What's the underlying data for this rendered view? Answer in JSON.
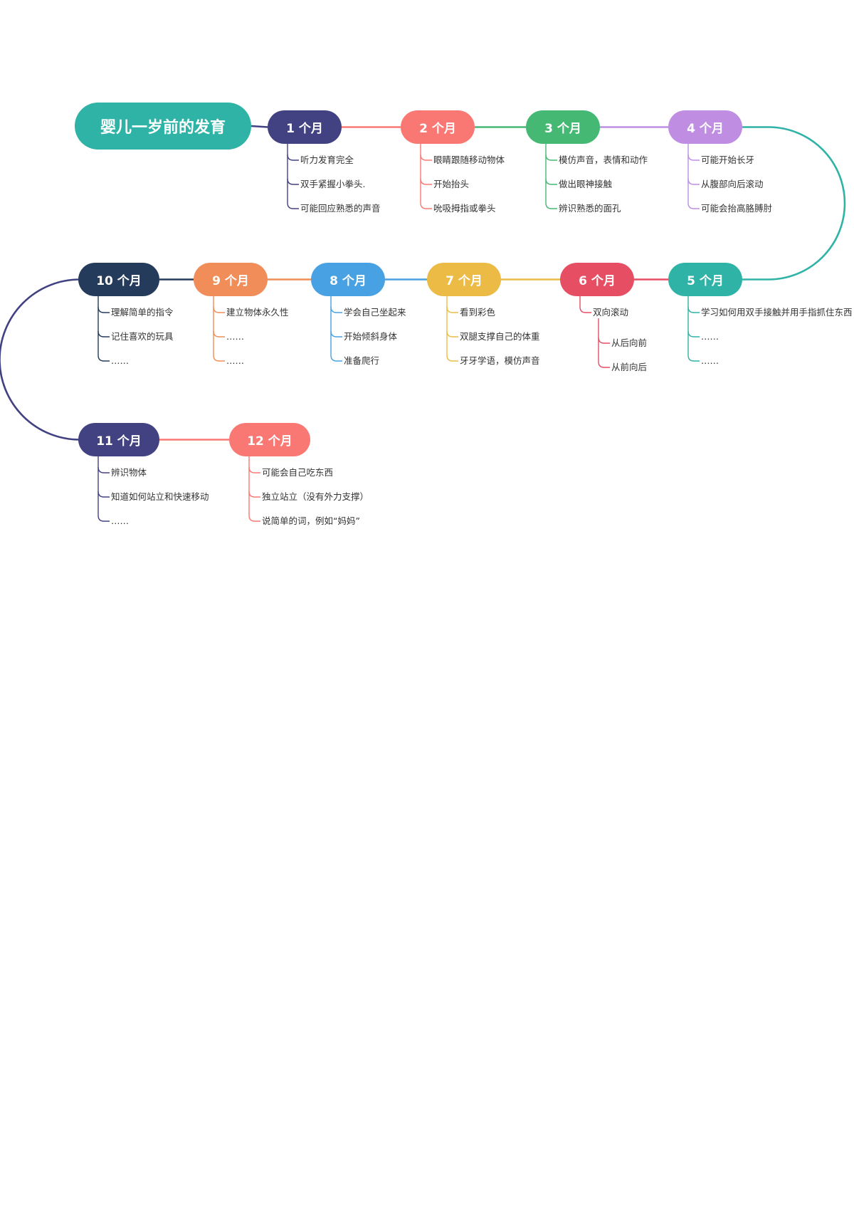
{
  "title": "婴儿一岁前的发育",
  "colors": {
    "title_bg": "#2eb3a6",
    "m1": "#424283",
    "m2": "#fa7873",
    "m3": "#45b974",
    "m4": "#bf8ee2",
    "m5": "#2eb3a6",
    "m6": "#e64e64",
    "m7": "#ebbb46",
    "m8": "#48a1e2",
    "m9": "#f08d58",
    "m10": "#253b5b",
    "m11": "#424283",
    "m12": "#fa7873"
  },
  "months": [
    {
      "label": "1 个月",
      "color_key": "m1",
      "items": [
        "听力发育完全",
        "双手紧握小拳头.",
        "可能回应熟悉的声音"
      ]
    },
    {
      "label": "2 个月",
      "color_key": "m2",
      "items": [
        "眼睛跟随移动物体",
        "开始抬头",
        "吮吸拇指或拳头"
      ]
    },
    {
      "label": "3 个月",
      "color_key": "m3",
      "items": [
        "模仿声音，表情和动作",
        "做出眼神接触",
        "辨识熟悉的面孔"
      ]
    },
    {
      "label": "4 个月",
      "color_key": "m4",
      "items": [
        "可能开始长牙",
        "从腹部向后滚动",
        "可能会抬高胳膊肘"
      ]
    },
    {
      "label": "5 个月",
      "color_key": "m5",
      "items": [
        "学习如何用双手接触并用手指抓住东西",
        "……",
        "……"
      ]
    },
    {
      "label": "6 个月",
      "color_key": "m6",
      "items": [
        "双向滚动"
      ],
      "subitems": [
        "从后向前",
        "从前向后"
      ]
    },
    {
      "label": "7 个月",
      "color_key": "m7",
      "items": [
        "看到彩色",
        "双腿支撑自己的体重",
        "牙牙学语，模仿声音"
      ]
    },
    {
      "label": "8 个月",
      "color_key": "m8",
      "items": [
        "学会自己坐起来",
        "开始倾斜身体",
        "准备爬行"
      ]
    },
    {
      "label": "9 个月",
      "color_key": "m9",
      "items": [
        "建立物体永久性",
        "……",
        "……"
      ]
    },
    {
      "label": "10 个月",
      "color_key": "m10",
      "items": [
        "理解简单的指令",
        "记住喜欢的玩具",
        "……"
      ]
    },
    {
      "label": "11 个月",
      "color_key": "m11",
      "items": [
        "辨识物体",
        "知道如何站立和快速移动",
        "……"
      ]
    },
    {
      "label": "12 个月",
      "color_key": "m12",
      "items": [
        "可能会自己吃东西",
        "独立站立（没有外力支撑）",
        "说简单的词，例如“妈妈”"
      ]
    }
  ]
}
